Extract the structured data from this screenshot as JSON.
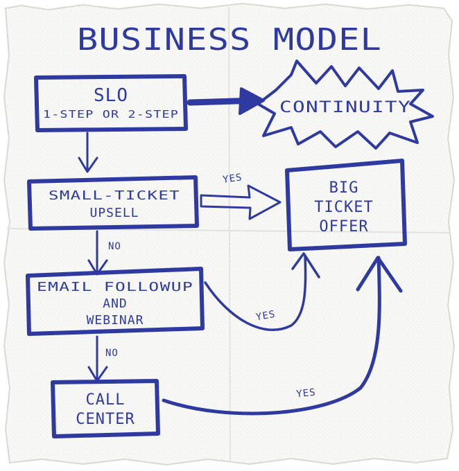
{
  "title": "BUSINESS MODEL",
  "colors": {
    "ink": "#2f3aa0",
    "paper": "#f7f7f5",
    "paper_shadow": "#dcdcd8",
    "crease": "#e4e4e0"
  },
  "nodes": {
    "slo": {
      "title": "SLO",
      "subtitle": "1-STEP OR 2-STEP"
    },
    "continuity": {
      "label": "CONTINUITY"
    },
    "upsell": {
      "line1": "SMALL-TICKET",
      "line2": "UPSELL"
    },
    "big_ticket": {
      "line1": "BIG",
      "line2": "TICKET",
      "line3": "OFFER"
    },
    "email": {
      "line1": "EMAIL FOLLOWUP",
      "line2": "AND",
      "line3": "WEBINAR"
    },
    "call_center": {
      "line1": "CALL",
      "line2": "CENTER"
    }
  },
  "edge_labels": {
    "upsell_to_big": "YES",
    "upsell_to_email": "NO",
    "email_to_big": "YES",
    "email_to_call": "NO",
    "call_to_big": "YES"
  }
}
